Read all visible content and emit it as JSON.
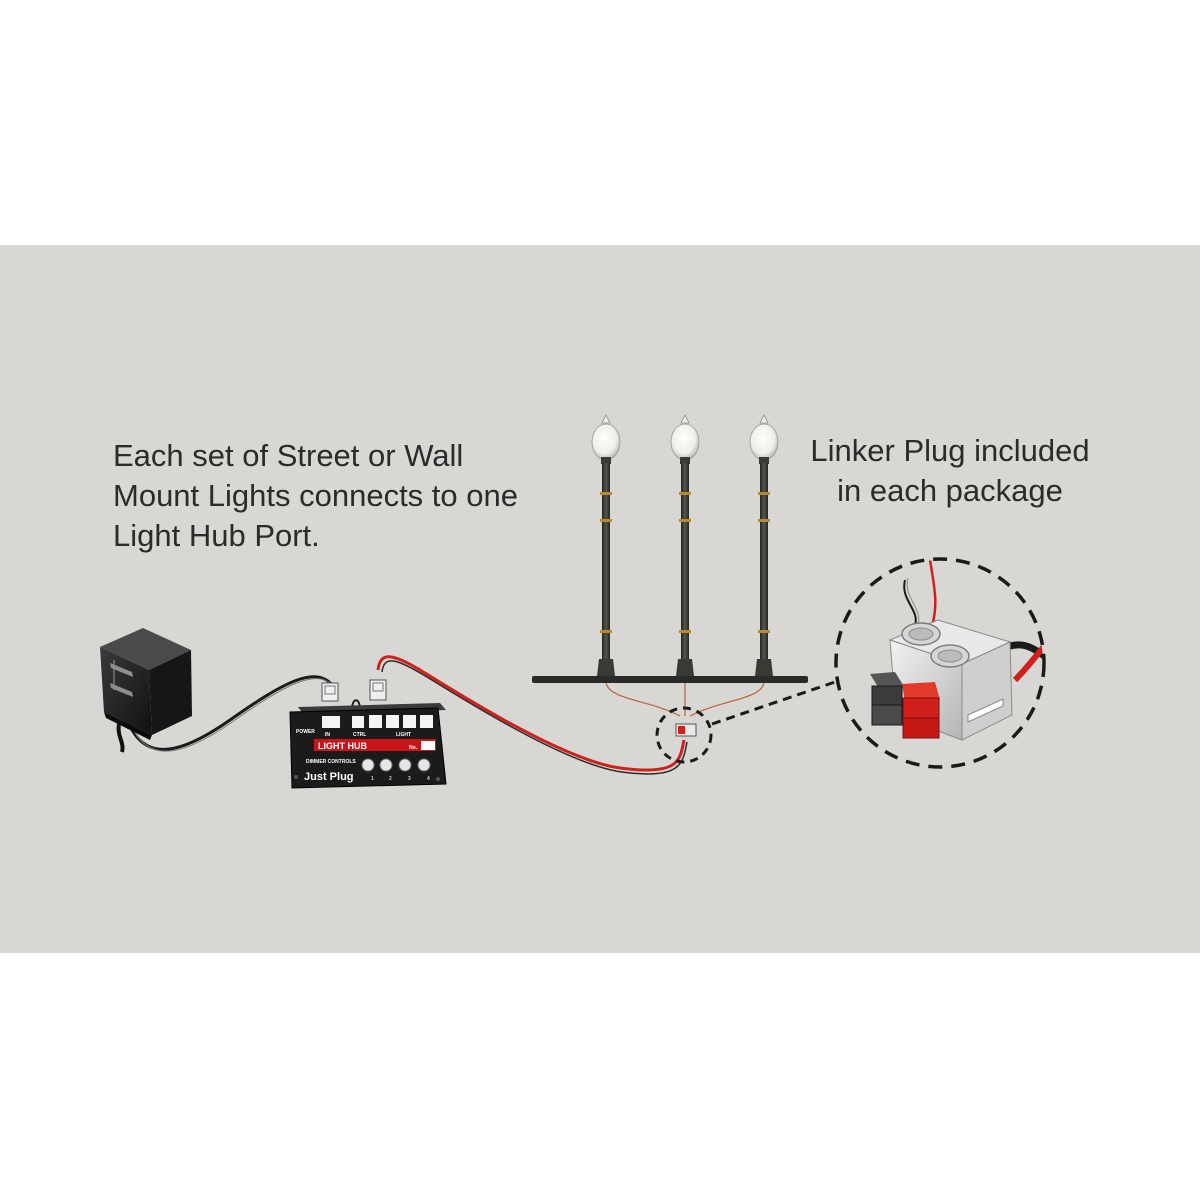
{
  "captions": {
    "left": "Each set of Street or Wall\nMount Lights connects to one\nLight Hub Port.",
    "right": "Linker Plug included\nin each package"
  },
  "hub": {
    "power_label": "POWER",
    "in_label": "IN",
    "ctrl_label": "CTRL",
    "light_label": "LIGHT",
    "title": "LIGHT HUB",
    "no_label": "No.",
    "dimmer_label": "DIMMER CONTROLS",
    "brand": "Just Plug",
    "knob_numbers": [
      "1",
      "2",
      "3",
      "4"
    ]
  },
  "colors": {
    "background": "#ffffff",
    "panel": "#d9d7d3",
    "text": "#2b2b2b",
    "wire_red": "#d0201c",
    "wire_black": "#1a1a1a",
    "hub_body": "#1b1b1b",
    "hub_red": "#c8151b",
    "lamp_post": "#3a3a33",
    "lamp_gold": "#b38a3a"
  }
}
